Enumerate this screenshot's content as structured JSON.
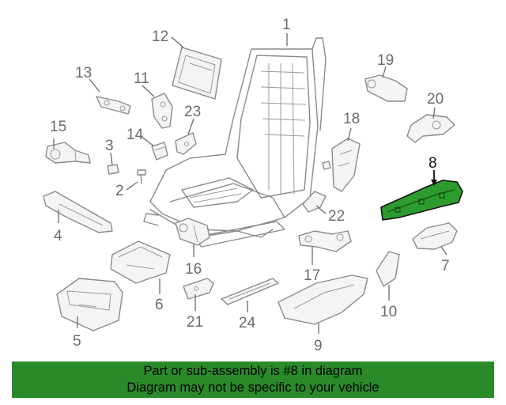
{
  "diagram": {
    "callouts": [
      "1",
      "2",
      "3",
      "4",
      "5",
      "6",
      "7",
      "8",
      "9",
      "10",
      "11",
      "12",
      "13",
      "14",
      "15",
      "16",
      "17",
      "18",
      "19",
      "20",
      "21",
      "22",
      "23",
      "24"
    ],
    "highlighted_callout": "8",
    "colors": {
      "highlight": "#2e9b2e",
      "banner": "#2a8a2a",
      "line": "#8a8a8a"
    }
  },
  "banner": {
    "line1": "Part or sub-assembly is #8 in diagram",
    "line2": "Diagram may not be specific to your vehicle"
  }
}
